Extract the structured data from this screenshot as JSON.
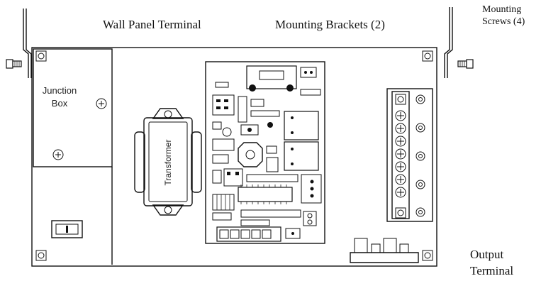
{
  "labels": {
    "wall_panel_terminal": "Wall Panel Terminal",
    "mounting_brackets": "Mounting Brackets (2)",
    "mounting_screws_line1": "Mounting",
    "mounting_screws_line2": "Screws (4)",
    "output_terminal_line1": "Output",
    "output_terminal_line2": "Terminal",
    "junction_box_line1": "Junction",
    "junction_box_line2": "Box",
    "transformer": "Transformer"
  }
}
